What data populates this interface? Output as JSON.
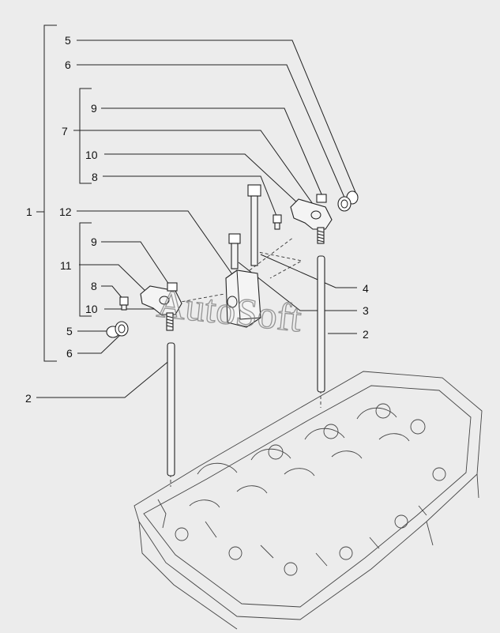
{
  "callouts": {
    "c5_top": "5",
    "c6_top": "6",
    "c9_upper": "9",
    "c7": "7",
    "c10_upper": "10",
    "c8_upper": "8",
    "c1": "1",
    "c12": "12",
    "c9_lower": "9",
    "c11": "11",
    "c8_lower": "8",
    "c10_lower": "10",
    "c5_lower": "5",
    "c6_lower": "6",
    "c4": "4",
    "c3": "3",
    "c2_right": "2",
    "c2_left": "2"
  },
  "watermark": "AutoSoft"
}
